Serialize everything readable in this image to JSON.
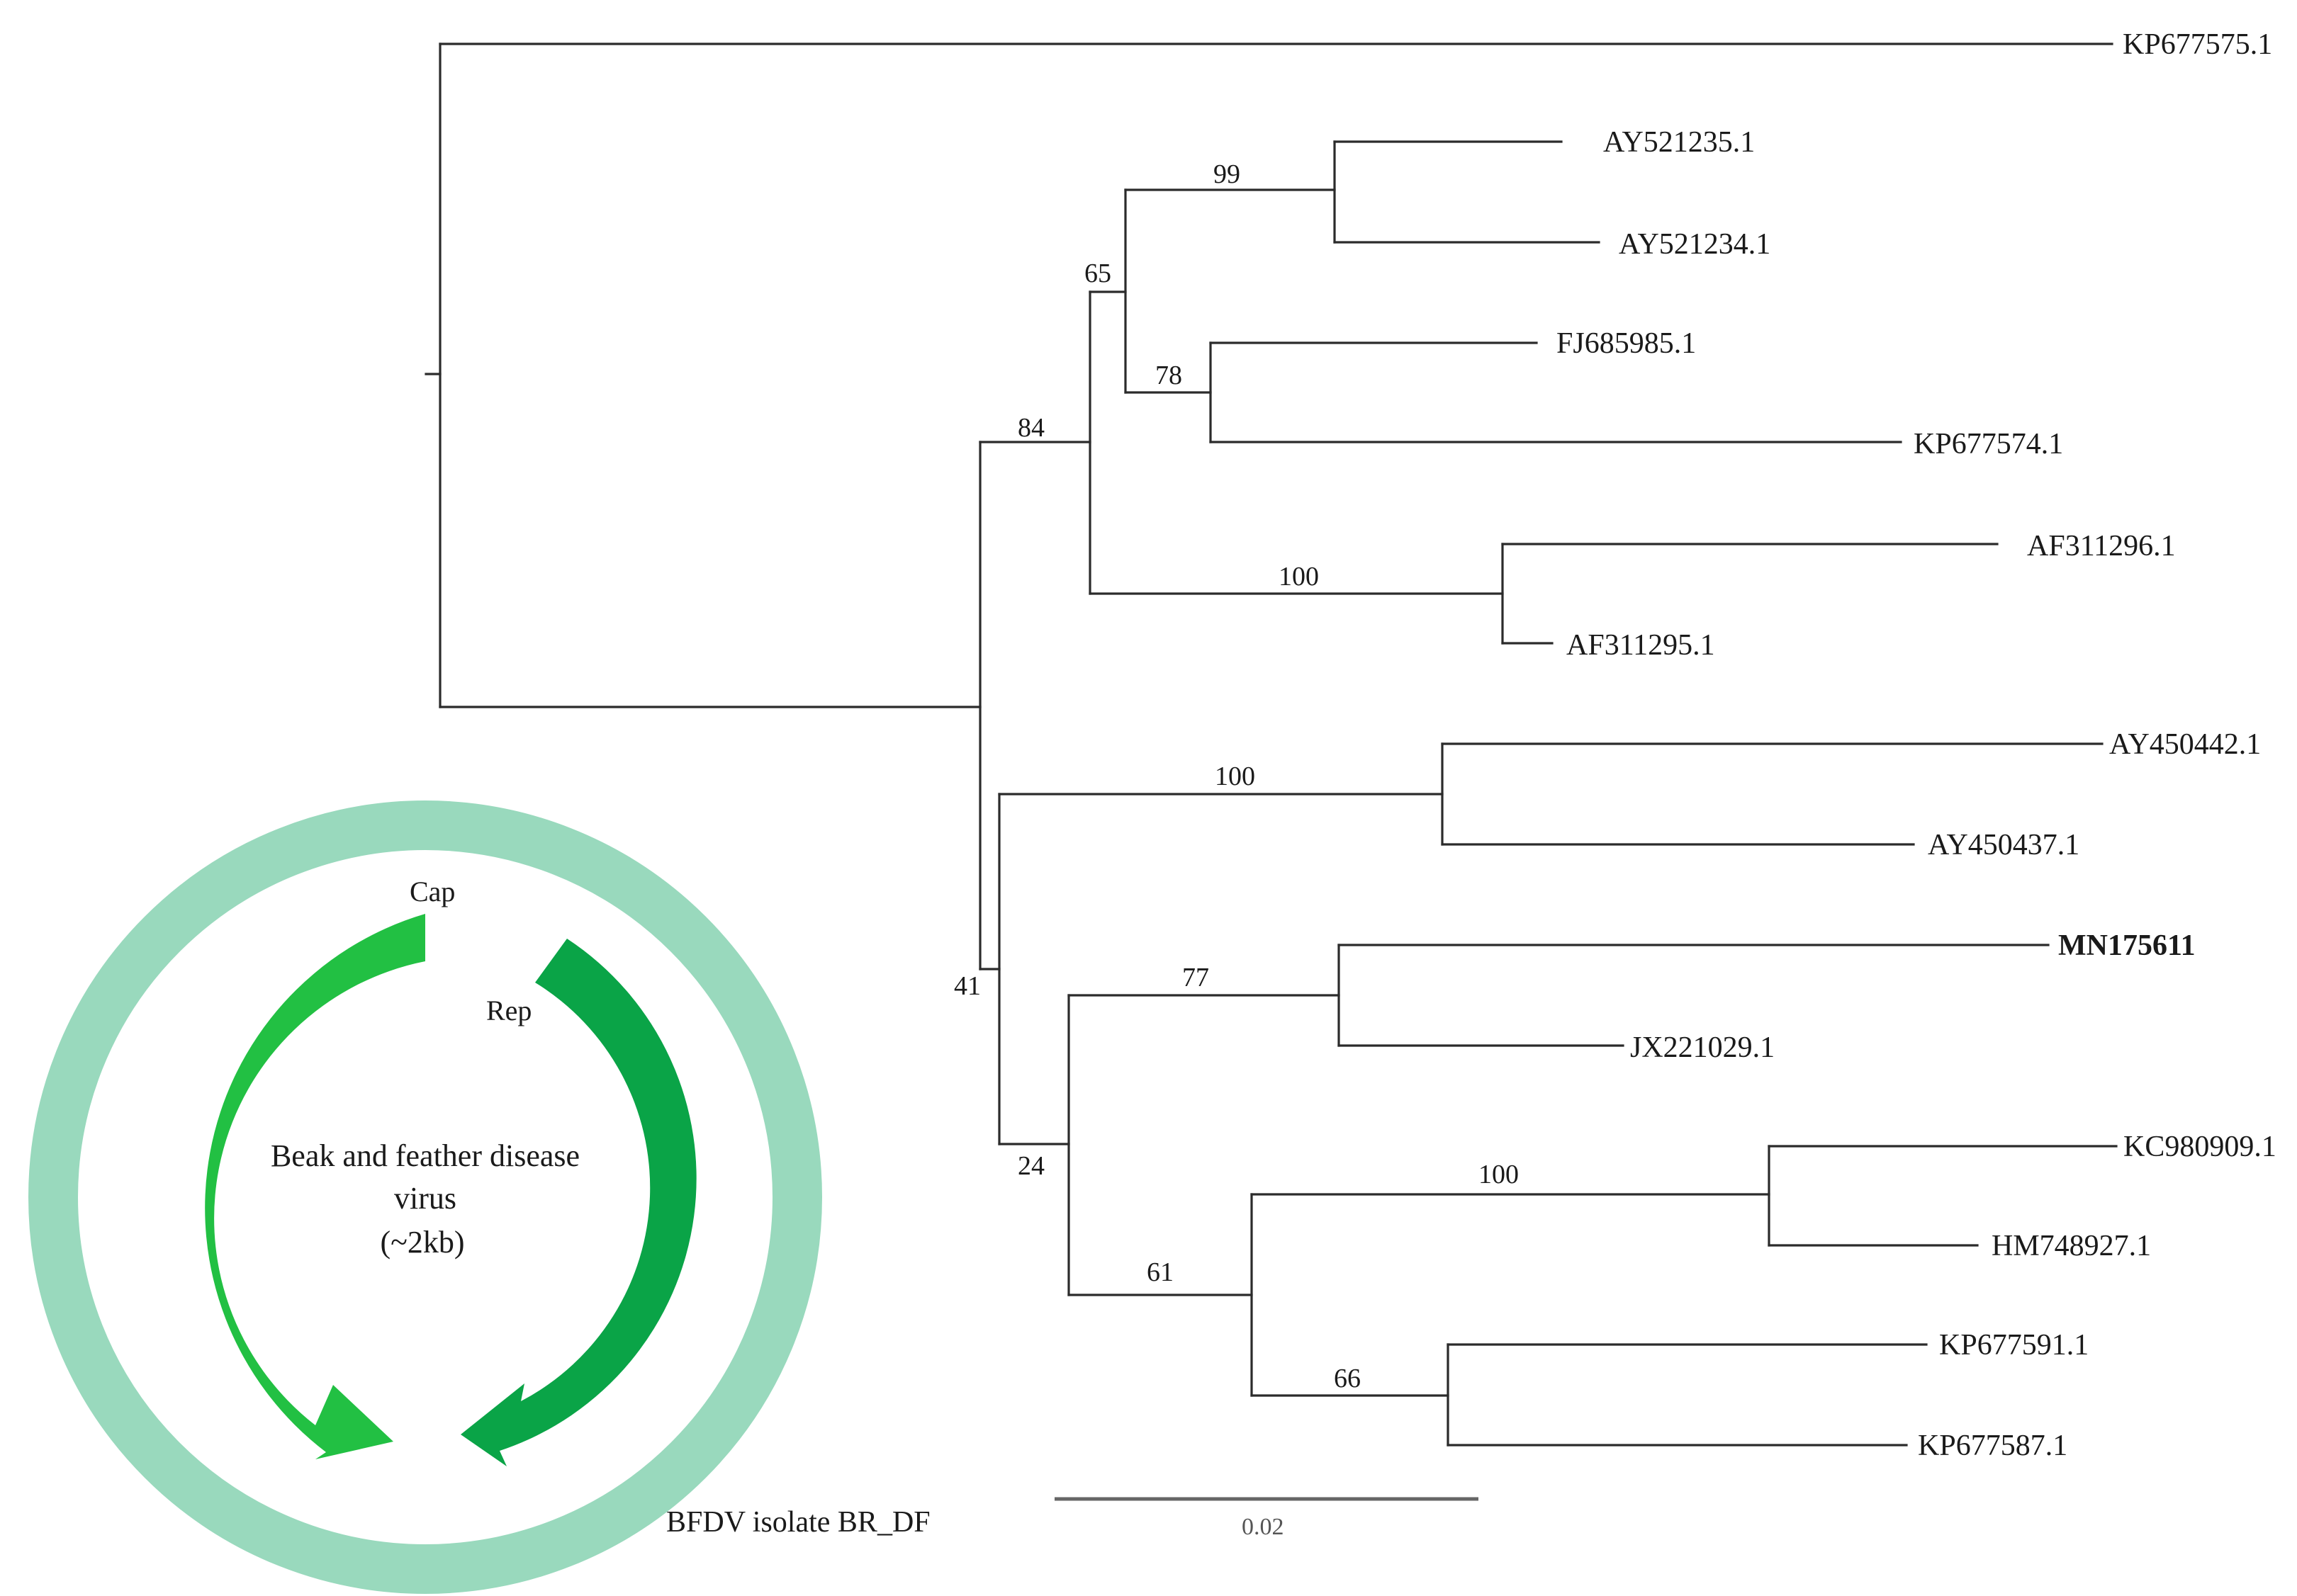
{
  "tree": {
    "taxa": {
      "kp677575": "KP677575.1",
      "ay521235": "AY521235.1",
      "ay521234": "AY521234.1",
      "fj685985": "FJ685985.1",
      "kp677574": "KP677574.1",
      "af311296": "AF311296.1",
      "af311295": "AF311295.1",
      "ay450442": "AY450442.1",
      "ay450437": "AY450437.1",
      "mn175611": "MN175611",
      "jx221029": "JX221029.1",
      "kc980909": "KC980909.1",
      "hm748927": "HM748927.1",
      "kp677591": "KP677591.1",
      "kp677587": "KP677587.1"
    },
    "bootstrap": {
      "n99": "99",
      "n65": "65",
      "n78": "78",
      "n84": "84",
      "n100a": "100",
      "n100b": "100",
      "n41": "41",
      "n77": "77",
      "n24": "24",
      "n100c": "100",
      "n61": "61",
      "n66": "66"
    },
    "highlighted_taxon": "MN175611",
    "scale_bar": {
      "label": "0.02",
      "value": 0.02
    }
  },
  "genome_map": {
    "virus_name_line1": "Beak and feather disease",
    "virus_name_line2": "virus",
    "size": "(~2kb)",
    "genes": {
      "cap": "Cap",
      "rep": "Rep"
    },
    "isolate": "BFDV isolate BR_DF",
    "colors": {
      "ring": "#99d9bd",
      "cap_arrow": "#22c043",
      "rep_arrow": "#0aa447"
    }
  }
}
